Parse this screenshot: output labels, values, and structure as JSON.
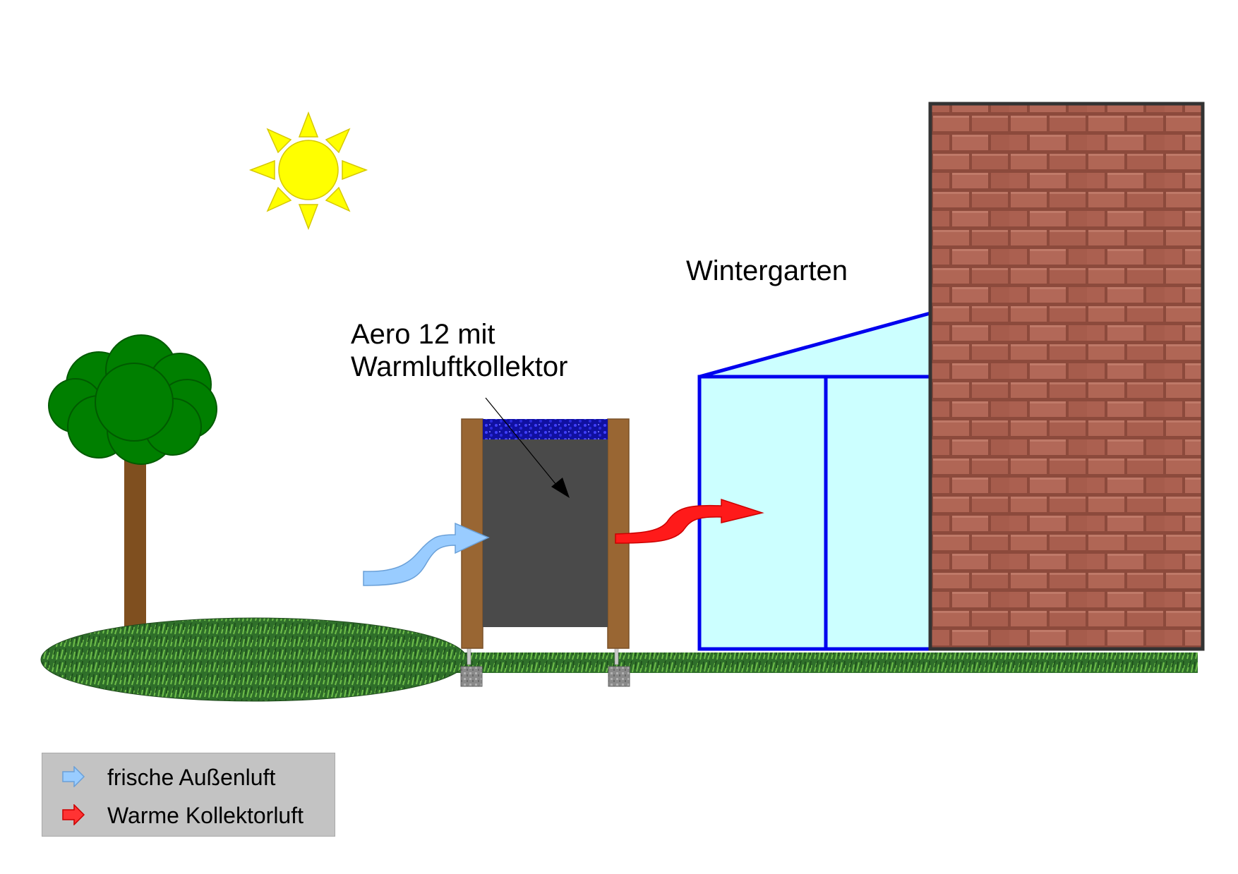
{
  "labels": {
    "wintergarten": "Wintergarten",
    "collector_line1": "Aero 12 mit",
    "collector_line2": "Warmluftkollektor"
  },
  "legend": {
    "items": [
      {
        "label": "frische Außenluft",
        "color": "#99ccff",
        "icon": "arrow-right-icon"
      },
      {
        "label": "Warme Kollektorluft",
        "color": "#ff3333",
        "icon": "arrow-right-icon"
      }
    ]
  },
  "colors": {
    "sun": "#ffff00",
    "tree_crown": "#007f00",
    "tree_trunk": "#7f4f1f",
    "grass": "#2f7f2f",
    "collector_frame": "#996633",
    "collector_absorber": "#4d4d4d",
    "collector_glass": "#1a1acc",
    "greenhouse_fill": "#ccffff",
    "greenhouse_frame": "#0000ee",
    "brick": "#a35a4a",
    "fresh_air_arrow": "#99ccff",
    "warm_air_arrow": "#ff2020"
  }
}
